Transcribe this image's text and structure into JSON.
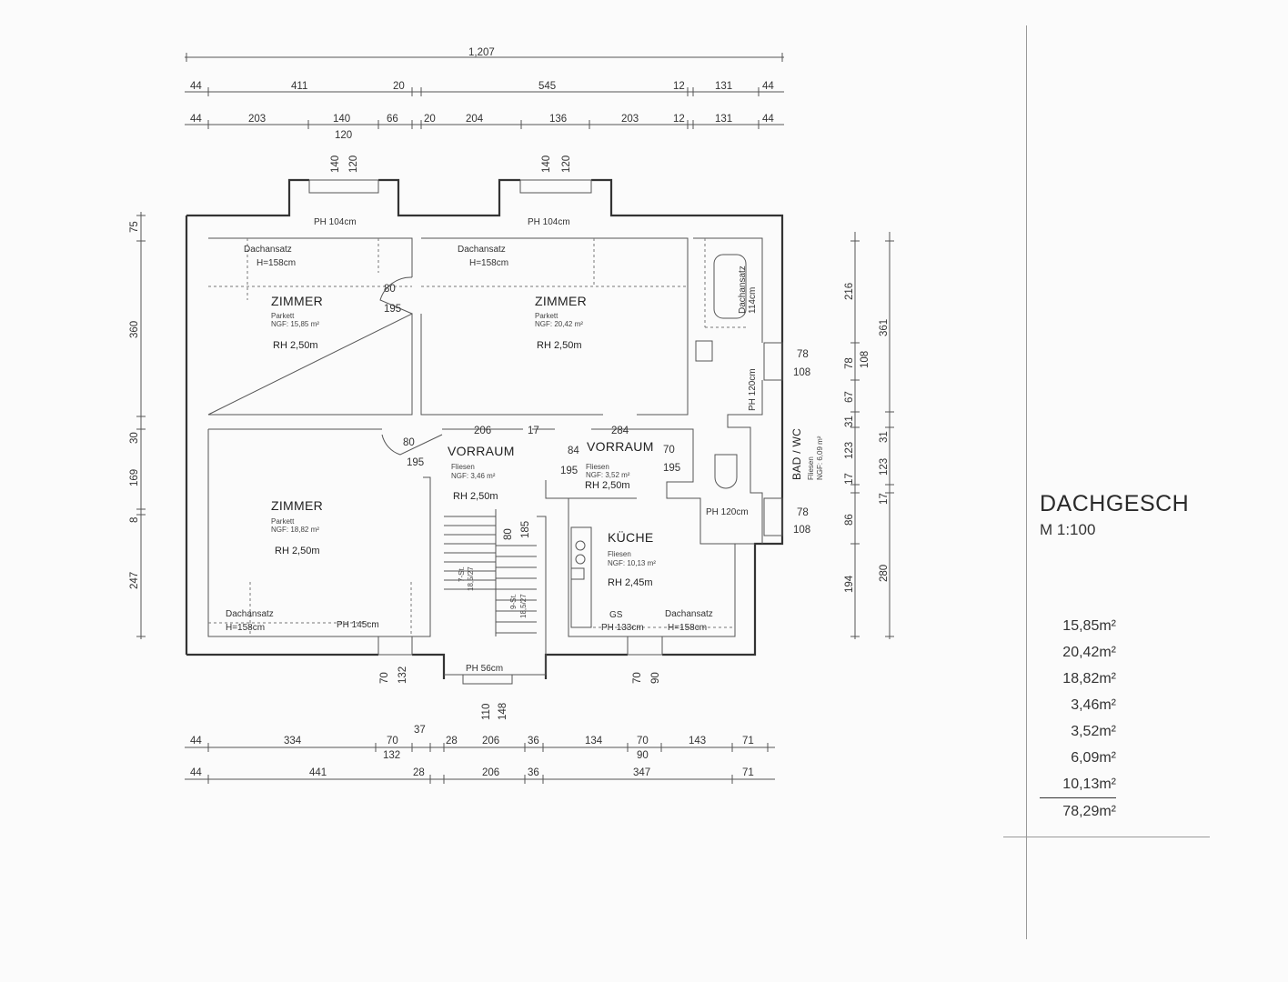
{
  "plan": {
    "dims_top": [
      "1,207",
      "44",
      "411",
      "20",
      "545",
      "12",
      "131",
      "44",
      "44",
      "203",
      "140",
      "66",
      "20",
      "204",
      "136",
      "203",
      "12",
      "131",
      "44"
    ],
    "dims_top_extra": [
      "120",
      "140",
      "120",
      "140",
      "120"
    ],
    "dims_bottom_1": [
      "44",
      "334",
      "70",
      "132",
      "37",
      "28",
      "206",
      "36",
      "134",
      "70",
      "90",
      "143",
      "71"
    ],
    "dims_bottom_2": [
      "44",
      "441",
      "28",
      "206",
      "36",
      "347",
      "71"
    ],
    "dims_left": [
      "75",
      "360",
      "30",
      "169",
      "8",
      "247"
    ],
    "dims_right_1": [
      "216",
      "78",
      "67",
      "31",
      "123",
      "17",
      "86",
      "194"
    ],
    "dims_right_2": [
      "361",
      "108",
      "31",
      "123",
      "17",
      "280"
    ],
    "window_labels": [
      "78",
      "108",
      "78",
      "108",
      "70",
      "132",
      "70",
      "90",
      "110",
      "148"
    ],
    "door_labels": [
      "80",
      "195",
      "80",
      "195",
      "84",
      "195",
      "70",
      "195",
      "206",
      "17",
      "284",
      "80",
      "185",
      "7-St.",
      "18,5/27",
      "9-St.",
      "18,5/27"
    ],
    "rooms": [
      {
        "name": "ZIMMER",
        "floor": "Parkett",
        "ngf": "NGF: 15,85 m²",
        "rh": "RH 2,50m"
      },
      {
        "name": "ZIMMER",
        "floor": "Parkett",
        "ngf": "NGF: 20,42 m²",
        "rh": "RH 2,50m"
      },
      {
        "name": "ZIMMER",
        "floor": "Parkett",
        "ngf": "NGF: 18,82 m²",
        "rh": "RH 2,50m"
      },
      {
        "name": "VORRAUM",
        "floor": "Fliesen",
        "ngf": "NGF: 3,46 m²",
        "rh": "RH 2,50m"
      },
      {
        "name": "VORRAUM",
        "floor": "Fliesen",
        "ngf": "NGF: 3,52 m²",
        "rh": "RH 2,50m"
      },
      {
        "name": "KÜCHE",
        "floor": "Fliesen",
        "ngf": "NGF: 10,13 m²",
        "rh": "RH 2,45m"
      },
      {
        "name": "BAD / WC",
        "floor": "Fliesen",
        "ngf": "NGF: 6,09 m²",
        "rh": ""
      }
    ],
    "notes": {
      "ph1": "PH 104cm",
      "ph2": "PH 104cm",
      "ph3": "PH 145cm",
      "ph4": "PH 56cm",
      "ph5": "PH 133cm",
      "ph6": "PH 120cm",
      "ph7": "PH 120cm",
      "dach1a": "Dachansatz",
      "dach1b": "H=158cm",
      "dach2a": "Dachansatz",
      "dach2b": "H=158cm",
      "dach3a": "Dachansatz",
      "dach3b": "H=158cm",
      "dach4a": "Dachansatz",
      "dach4b": "H=158cm",
      "dach5a": "Dachansatz",
      "dach5b": "114cm",
      "gs": "GS"
    }
  },
  "legend": {
    "title": "DACHGESCH",
    "scale": "M 1:100",
    "areas": [
      "15,85m²",
      "20,42m²",
      "18,82m²",
      "3,46m²",
      "3,52m²",
      "6,09m²",
      "10,13m²"
    ],
    "total": "78,29m²"
  }
}
